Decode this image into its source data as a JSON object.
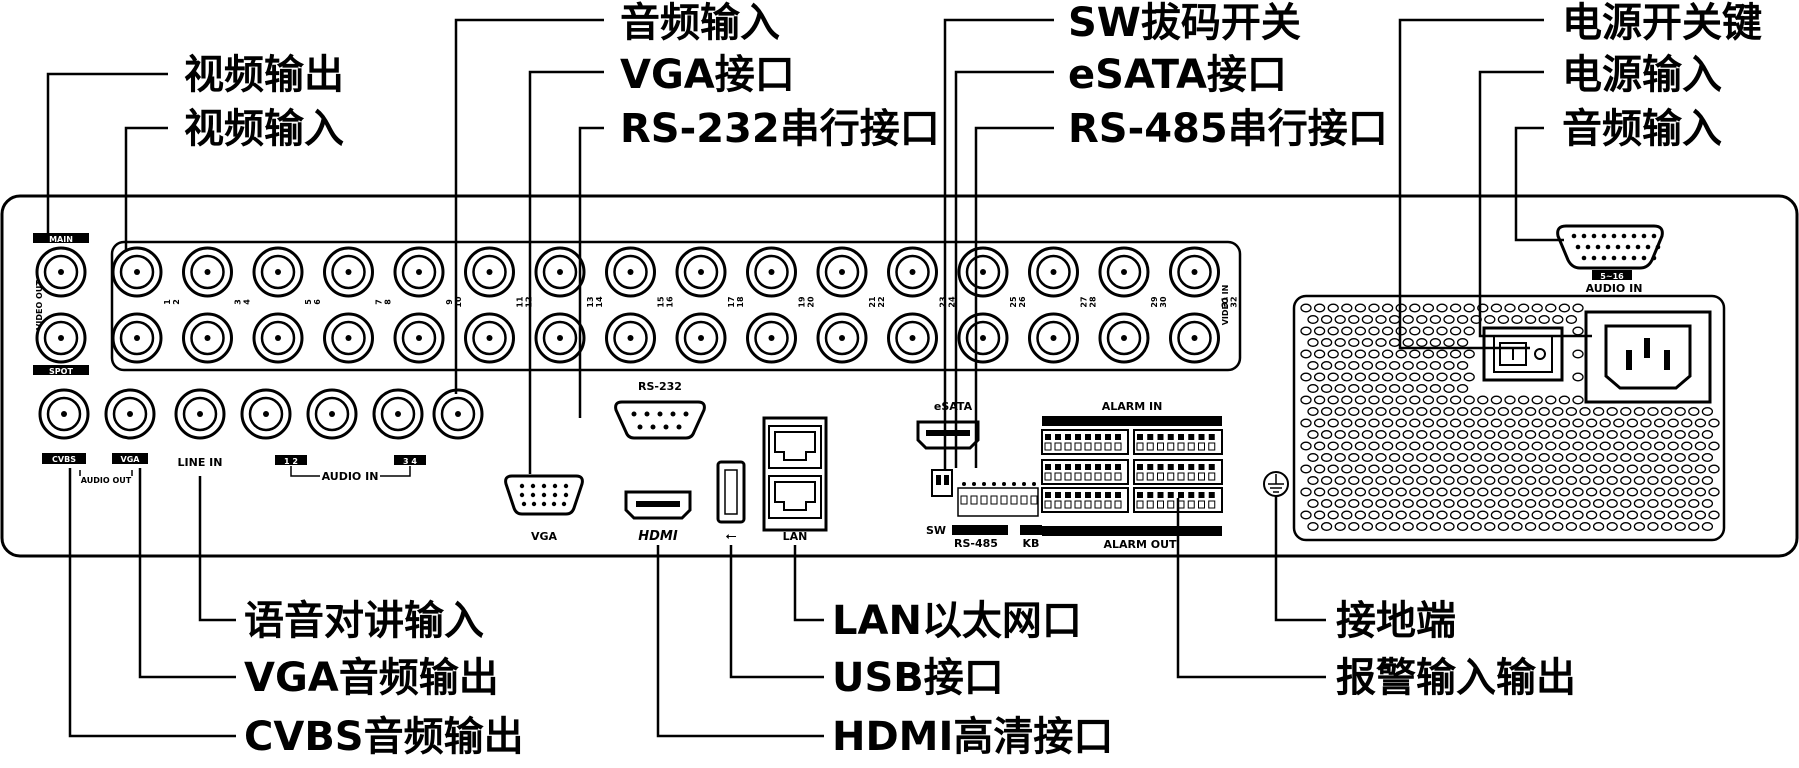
{
  "callouts": {
    "video_out": "视频输出",
    "video_in": "视频输入",
    "audio_in_top": "音频输入",
    "vga_port": "VGA接口",
    "rs232_port": "RS-232串行接口",
    "sw_dip": "SW拔码开关",
    "esata_port": "eSATA接口",
    "rs485_port": "RS-485串行接口",
    "power_switch": "电源开关键",
    "power_in": "电源输入",
    "audio_in_right": "音频输入",
    "talk_in": "语音对讲输入",
    "vga_audio_out": "VGA音频输出",
    "cvbs_audio_out": "CVBS音频输出",
    "lan": "LAN以太网口",
    "usb": "USB接口",
    "hdmi": "HDMI高清接口",
    "ground": "接地端",
    "alarm_io": "报警输入输出"
  },
  "panel": {
    "main": "MAIN",
    "spot": "SPOT",
    "video_out": "VIDEO OUT",
    "video_in": "VIDEO IN",
    "cvbs": "CVBS",
    "vga_tag": "VGA",
    "audio_out": "AUDIO OUT",
    "line_in": "LINE IN",
    "audio_in": "AUDIO IN",
    "ain_1_2": "1  2",
    "ain_3_4": "3  4",
    "rs232": "RS-232",
    "vga": "VGA",
    "hdmi": "HDMI",
    "lan": "LAN",
    "esata": "eSATA",
    "sw": "SW",
    "rs485": "RS-485",
    "kb": "KB",
    "alarm_in": "ALARM IN",
    "alarm_out": "ALARM OUT",
    "audio_in_5_16": "5~16",
    "audio_in_right": "AUDIO IN",
    "channel_labels": [
      "1",
      "2",
      "3",
      "4",
      "5",
      "6",
      "7",
      "8",
      "9",
      "10",
      "11",
      "12",
      "13",
      "14",
      "15",
      "16",
      "17",
      "18",
      "19",
      "20",
      "21",
      "22",
      "23",
      "24",
      "25",
      "26",
      "27",
      "28",
      "29",
      "30",
      "31",
      "32"
    ]
  }
}
